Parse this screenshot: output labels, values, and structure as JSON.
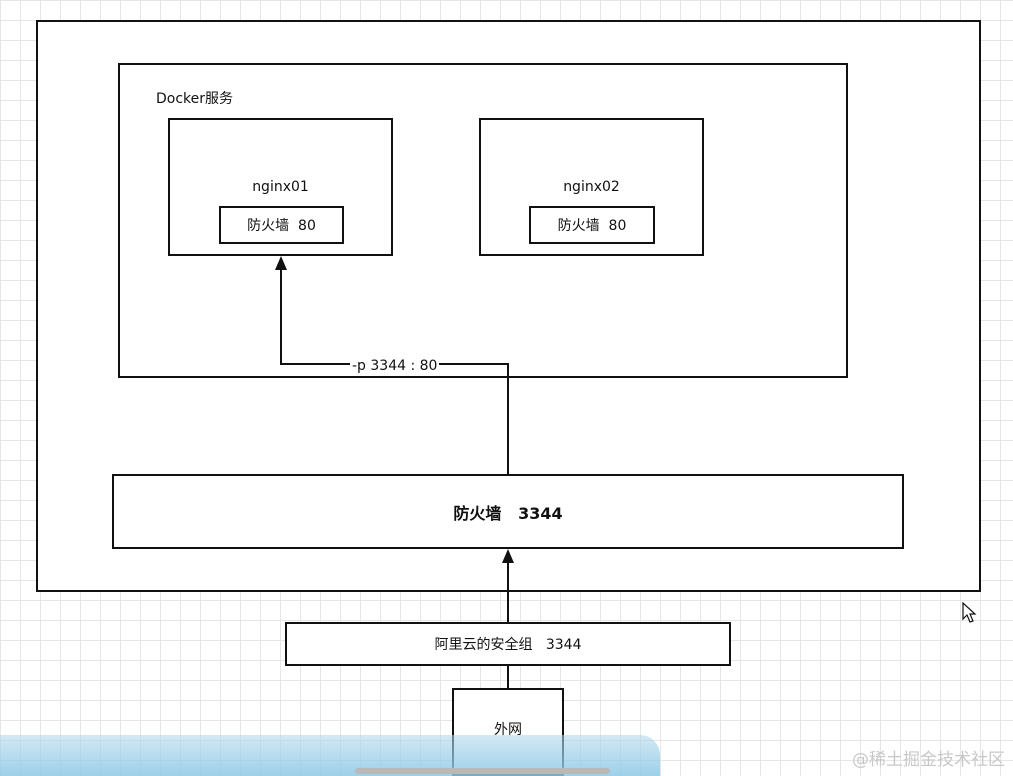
{
  "diagram": {
    "docker_service_label": "Docker服务",
    "containers": [
      {
        "name": "nginx01",
        "firewall_label": "防火墙  80"
      },
      {
        "name": "nginx02",
        "firewall_label": "防火墙  80"
      }
    ],
    "port_mapping_label": "-p 3344 : 80",
    "host_firewall_label": "防火墙   3344",
    "security_group_label": "阿里云的安全组   3344",
    "internet_label": "外网"
  },
  "watermark": "@稀土掘金技术社区"
}
